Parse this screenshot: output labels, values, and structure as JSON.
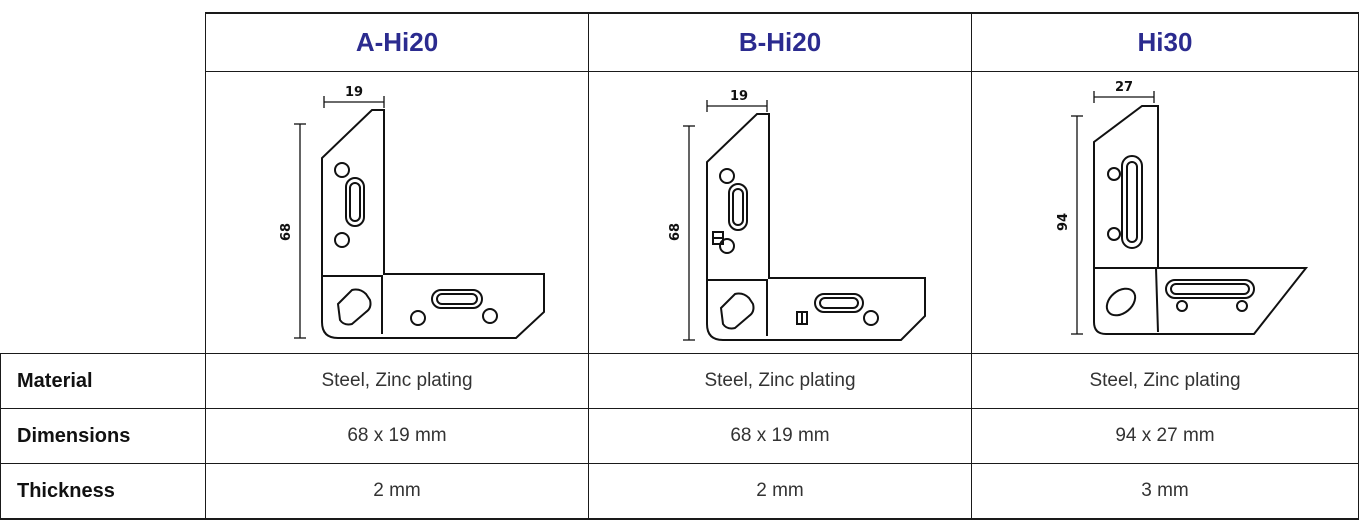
{
  "products": [
    {
      "name": "A-Hi20",
      "drawing": {
        "width_label": "19",
        "height_label": "68"
      }
    },
    {
      "name": "B-Hi20",
      "drawing": {
        "width_label": "19",
        "height_label": "68"
      }
    },
    {
      "name": "Hi30",
      "drawing": {
        "width_label": "27",
        "height_label": "94"
      }
    }
  ],
  "rows": [
    {
      "label": "Material",
      "values": [
        "Steel, Zinc plating",
        "Steel, Zinc plating",
        "Steel, Zinc plating"
      ]
    },
    {
      "label": "Dimensions",
      "values": [
        "68 x 19 mm",
        "68 x 19 mm",
        "94 x 27 mm"
      ]
    },
    {
      "label": "Thickness",
      "values": [
        "2 mm",
        "2 mm",
        "3 mm"
      ]
    }
  ],
  "colors": {
    "header_text": "#2b2b8f",
    "border": "#1a1a1a"
  }
}
